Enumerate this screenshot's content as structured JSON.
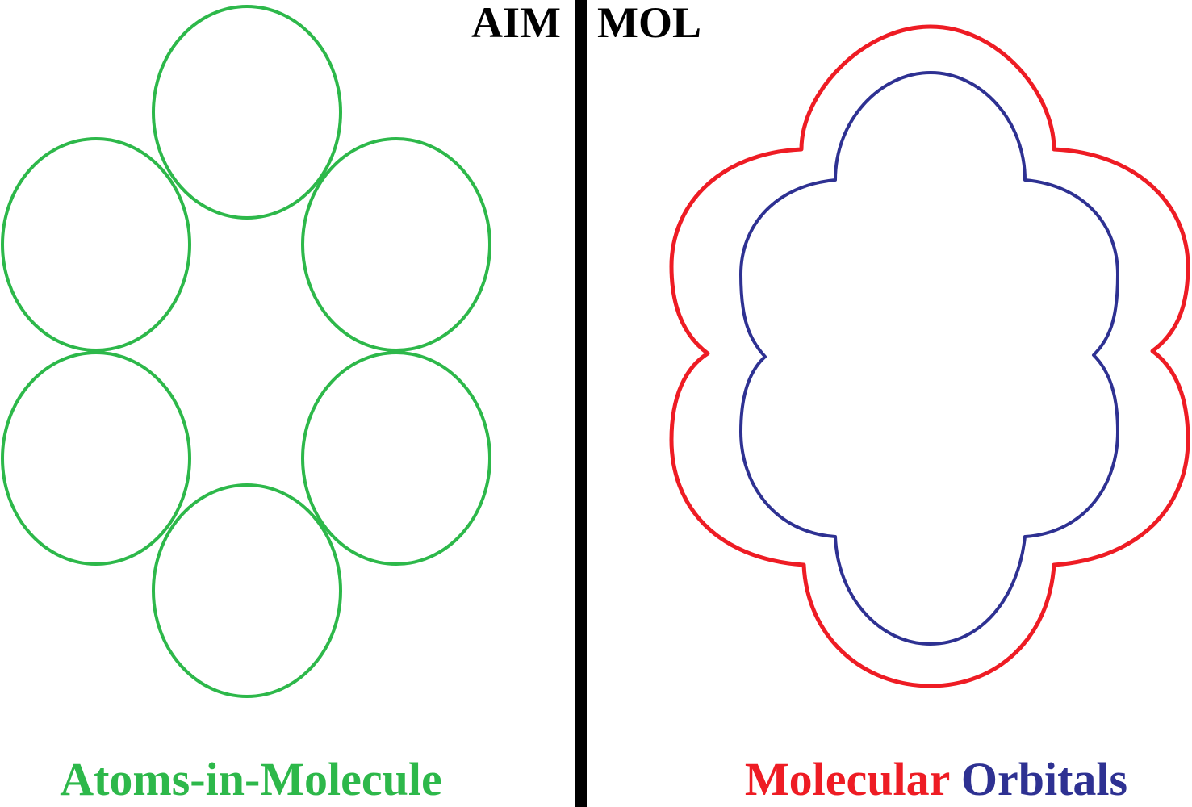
{
  "header": {
    "left_label": "AIM",
    "right_label": "MOL"
  },
  "left_panel": {
    "caption": "Atoms-in-Molecule",
    "caption_color": "#2db84a",
    "circle_color": "#2db84a",
    "atom_count": 6
  },
  "right_panel": {
    "caption_part1": "Molecular",
    "caption_part1_color": "#ee1c24",
    "caption_part2": "Orbitals",
    "caption_part2_color": "#2e3192",
    "outer_contour_color": "#ee1c24",
    "inner_contour_color": "#2e3192"
  },
  "divider_color": "#000000"
}
